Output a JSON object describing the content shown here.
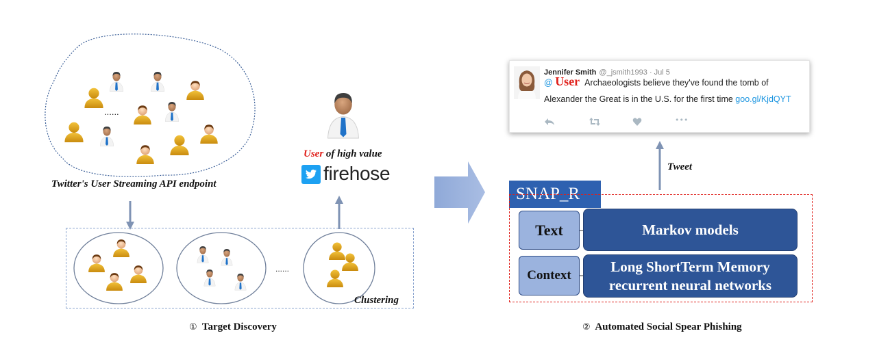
{
  "left": {
    "stream_dots": "......",
    "stream_label": "Twitter's User Streaming API endpoint",
    "high_value_user_word": "User",
    "high_value_suffix": " of high value",
    "firehose_label": "firehose",
    "cluster_dots": "......",
    "clustering_label": "Clustering",
    "caption_number": "①",
    "caption_text": "Target Discovery"
  },
  "tweet": {
    "name": "Jennifer Smith",
    "handle": "@_jsmith1993 · Jul 5",
    "at": "@",
    "user": "User",
    "text_line1": "Archaeologists believe they've found the tomb of",
    "text_line2": "Alexander the Great is in the U.S. for the first time",
    "link": "goo.gl/KjdQYT",
    "more_icon_label": "•••"
  },
  "right": {
    "tweet_label": "Tweet",
    "snap_title": "SNAP_R",
    "text_box": "Text",
    "context_box": "Context",
    "markov_box": "Markov models",
    "lstm_line1": "Long ShortTerm Memory",
    "lstm_line2": "recurrent neural networks",
    "caption_number": "②",
    "caption_text": "Automated Social Spear Phishing"
  },
  "colors": {
    "accent_red": "#e0201b",
    "snap_blue": "#2e61b0",
    "box_dark": "#2e5597",
    "box_light": "#9bb3de",
    "twitter_blue": "#1da1f2",
    "arrow_gray": "#7f93b4",
    "person_gold": "#e0a81b"
  },
  "icons": [
    "person-gold-icon",
    "businessman-icon",
    "twitter-bird-icon",
    "reply-icon",
    "retweet-icon",
    "like-icon",
    "more-icon",
    "big-arrow-icon"
  ]
}
